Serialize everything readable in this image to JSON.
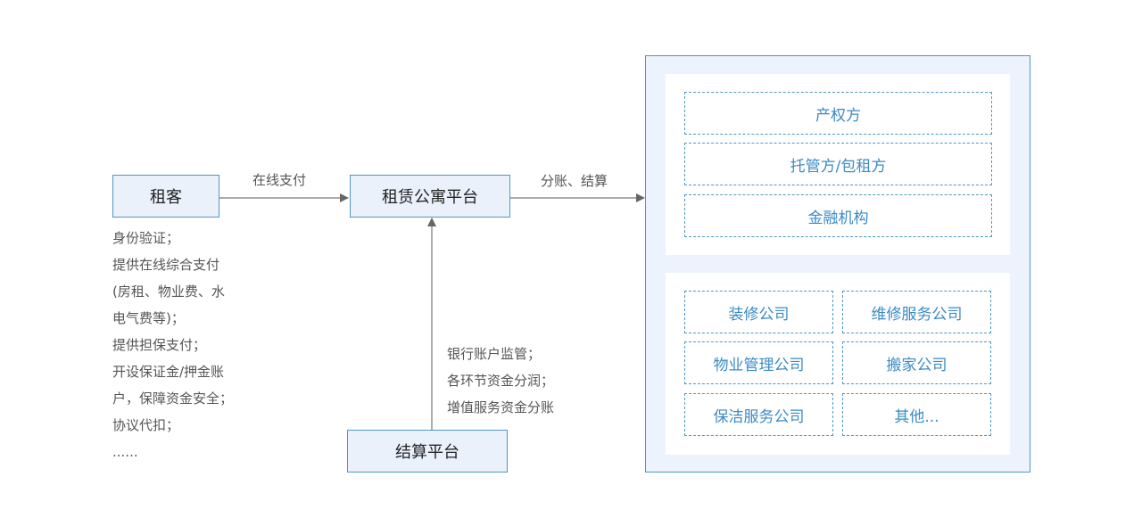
{
  "nodes": {
    "tenant": "租客",
    "platform": "租赁公寓平台",
    "settlement": "结算平台"
  },
  "edges": {
    "online_pay": "在线支付",
    "split_settle": "分账、结算"
  },
  "tenant_notes": [
    "身份验证；",
    "提供在线综合支付",
    "(房租、物业费、水",
    "电气费等)；",
    "提供担保支付；",
    "开设保证金/押金账",
    "户，保障资金安全；",
    "协议代扣；",
    "......"
  ],
  "settlement_notes": [
    "银行账户监管；",
    "各环节资金分润；",
    "增值服务资金分账"
  ],
  "top_group": [
    "产权方",
    "托管方/包租方",
    "金融机构"
  ],
  "bottom_group": [
    "装修公司",
    "维修服务公司",
    "物业管理公司",
    "搬家公司",
    "保洁服务公司",
    "其他..."
  ],
  "colors": {
    "accent": "#4f97c9",
    "box_fill": "#eaf1fb",
    "dash_text": "#3b8bc4"
  }
}
